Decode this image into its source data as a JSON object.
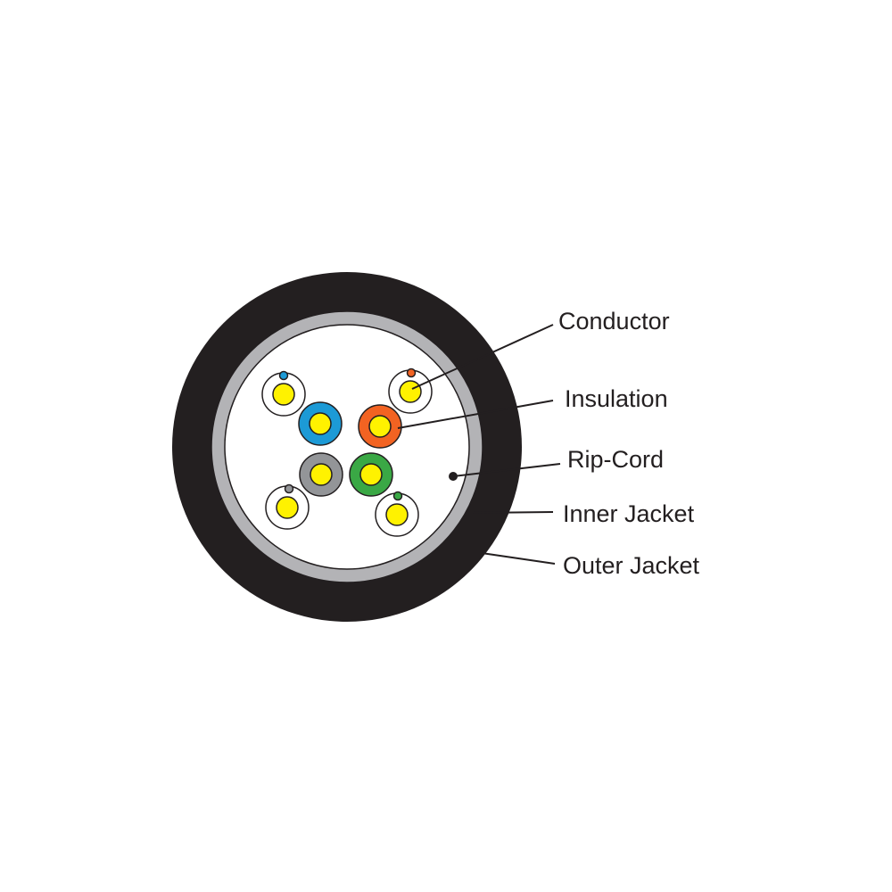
{
  "labels": {
    "conductor": "Conductor",
    "insulation": "Insulation",
    "rip_cord": "Rip-Cord",
    "inner_jacket": "Inner Jacket",
    "outer_jacket": "Outer Jacket"
  },
  "colors": {
    "outer_jacket": "#231f20",
    "inner_jacket": "#b3b3b6",
    "core_background": "#ffffff",
    "conductor": "#fff200",
    "blue": "#1c9ad6",
    "orange": "#f26322",
    "gray": "#939598",
    "green": "#3aa845",
    "stripe_fill": "#ffffff",
    "text": "#231f20"
  },
  "wire_pairs": [
    {
      "name": "blue",
      "solid": "blue",
      "striped": "blue-white"
    },
    {
      "name": "orange",
      "solid": "orange",
      "striped": "orange-white"
    },
    {
      "name": "brown-gray",
      "solid": "gray",
      "striped": "gray-white"
    },
    {
      "name": "green",
      "solid": "green",
      "striped": "green-white"
    }
  ]
}
